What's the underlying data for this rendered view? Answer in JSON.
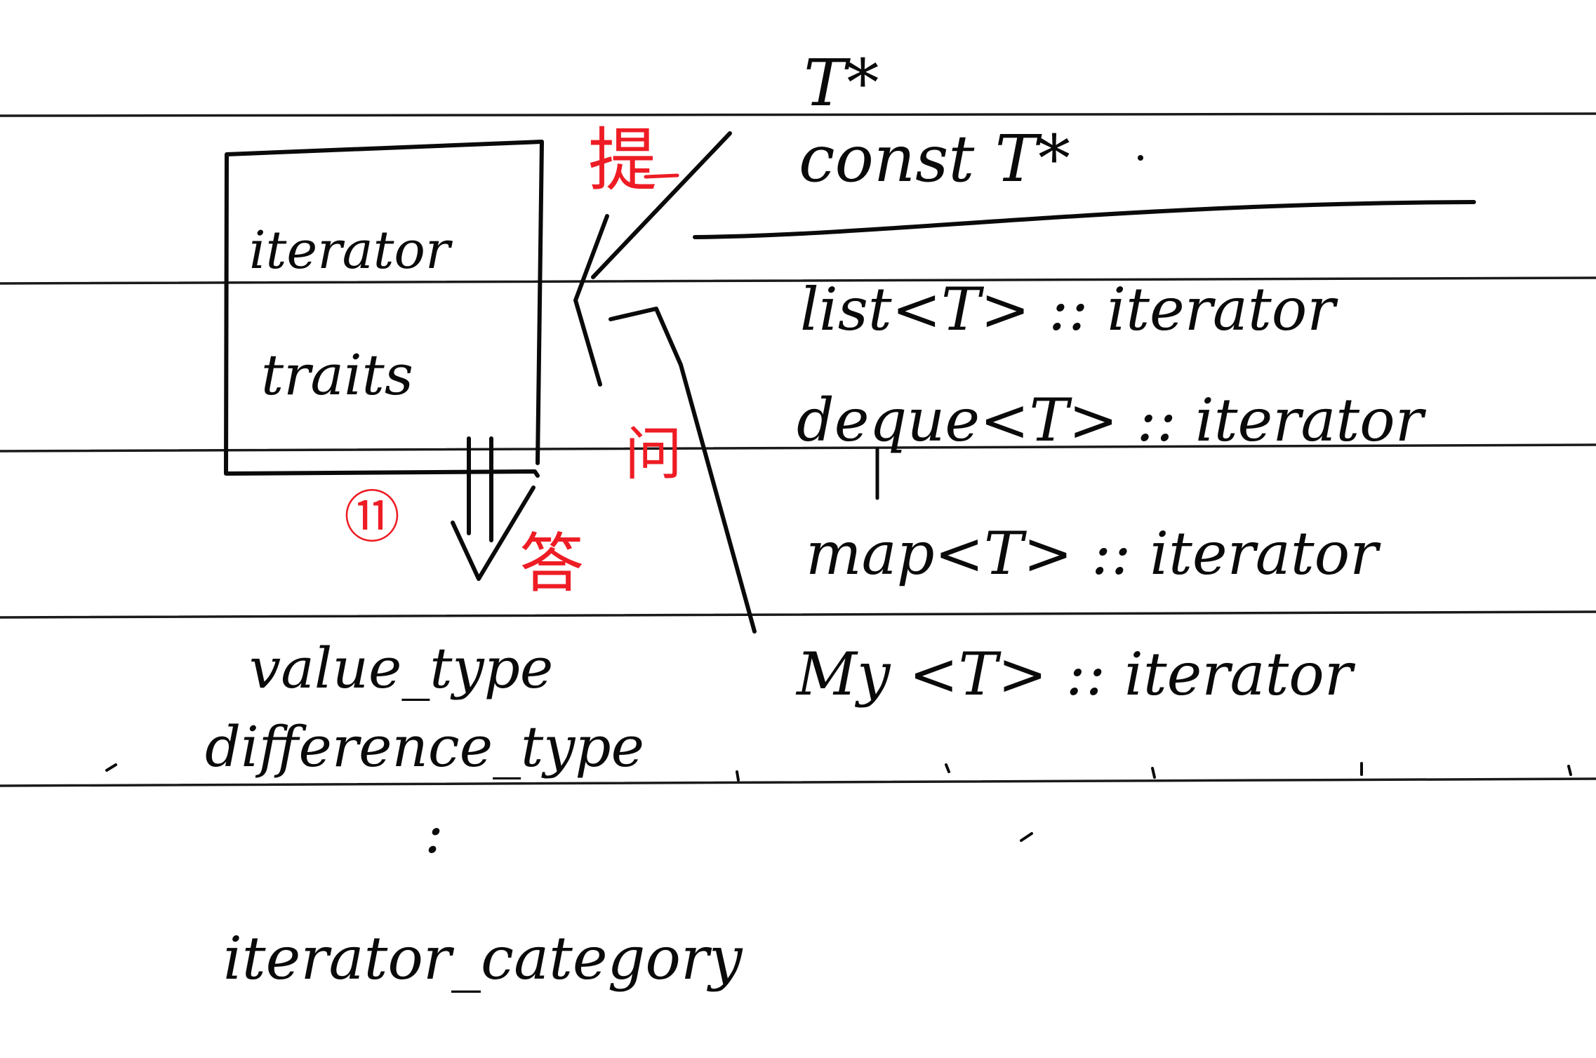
{
  "box": {
    "line1": "iterator",
    "line2": "traits"
  },
  "pointer_types": {
    "t_ptr": "T*",
    "const_t_ptr": "const T*"
  },
  "iterator_types": [
    "list<T> :: iterator",
    "deque<T> :: iterator",
    "map<T> :: iterator",
    "My <T> :: iterator"
  ],
  "associated_types": {
    "value_type": "value_type",
    "difference_type": "difference_type",
    "ellipsis": ":",
    "iterator_category": "iterator_category"
  },
  "annotations": {
    "extract": "提",
    "ask": "问",
    "answer": "答",
    "circled_num": "⑪"
  },
  "colors": {
    "ink": "#0a0a0a",
    "annotation_red": "#ee1c24",
    "paper": "#ffffff"
  }
}
